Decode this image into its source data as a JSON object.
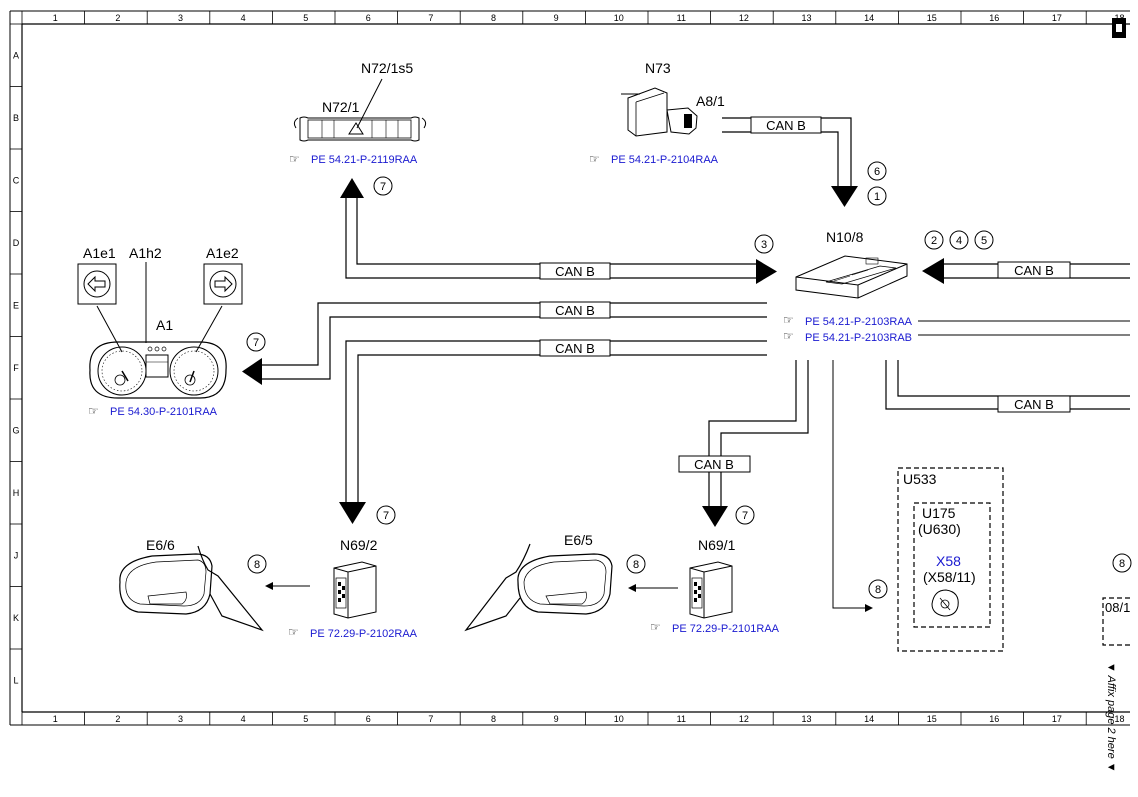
{
  "grid": {
    "cols": [
      "1",
      "2",
      "3",
      "4",
      "5",
      "6",
      "7",
      "8",
      "9",
      "10",
      "11",
      "12",
      "13",
      "14",
      "15",
      "16",
      "17",
      "18"
    ],
    "rows": [
      "A",
      "B",
      "C",
      "D",
      "E",
      "F",
      "G",
      "H",
      "J",
      "K",
      "L"
    ]
  },
  "components": {
    "a1e1": "A1e1",
    "a1h2": "A1h2",
    "a1e2": "A1e2",
    "a1": "A1",
    "n72_1s5": "N72/1s5",
    "n72_1": "N72/1",
    "n73": "N73",
    "a8_1": "A8/1",
    "n10_8": "N10/8",
    "e6_6": "E6/6",
    "n69_2": "N69/2",
    "e6_5": "E6/5",
    "n69_1": "N69/1",
    "u533": "U533",
    "u175": "U175",
    "u630": "(U630)",
    "x58": "X58",
    "x58_11": "(X58/11)",
    "page_08": "08/1"
  },
  "bus_label": "CAN B",
  "refs": {
    "n72_1": "PE 54.21-P-2119RAA",
    "a8_1": "PE 54.21-P-2104RAA",
    "a1": "PE 54.30-P-2101RAA",
    "n10_8a": "PE 54.21-P-2103RAA",
    "n10_8b": "PE 54.21-P-2103RAB",
    "n69_2": "PE 72.29-P-2102RAA",
    "n69_1": "PE 72.29-P-2101RAA"
  },
  "circles": {
    "c6": "6",
    "c1": "1",
    "c3": "3",
    "c2": "2",
    "c4": "4",
    "c5": "5",
    "c7a": "7",
    "c7b": "7",
    "c7c": "7",
    "c7d": "7",
    "c8a": "8",
    "c8b": "8",
    "c8c": "8",
    "c8d": "8"
  },
  "side_note": "▼ Affix page 2 here ▼"
}
